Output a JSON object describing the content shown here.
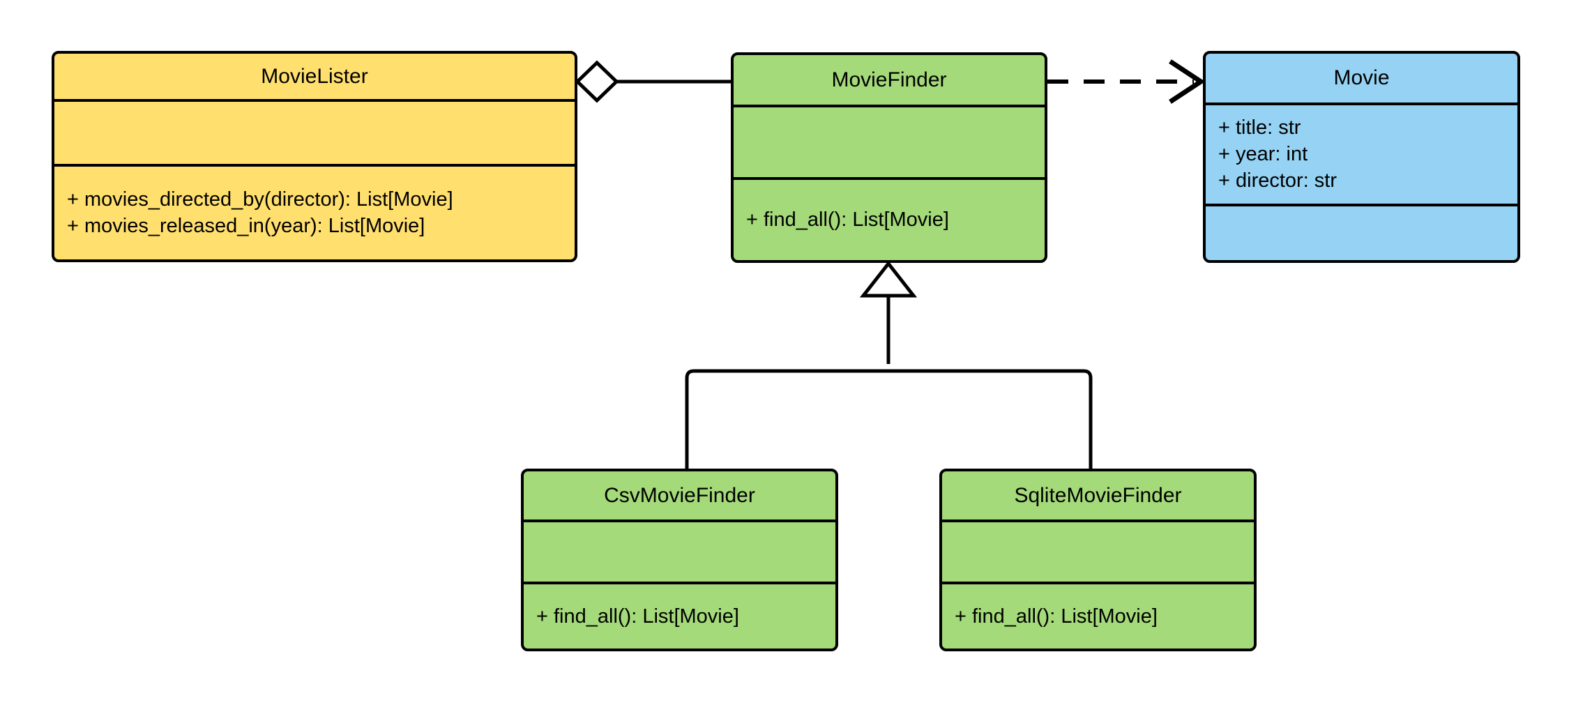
{
  "diagram": {
    "type": "uml-class-diagram",
    "background": "#ffffff",
    "stroke_color": "#000000"
  },
  "colors": {
    "lister_fill": "#FFDF6E",
    "finder_fill": "#A4DA79",
    "movie_fill": "#95D2F3",
    "stroke": "#000000",
    "white": "#ffffff"
  },
  "classes": {
    "movie_lister": {
      "name": "MovieLister",
      "fill": "#FFDF6E",
      "attributes": [],
      "methods": [
        "+ movies_directed_by(director): List[Movie]",
        "+ movies_released_in(year): List[Movie]"
      ]
    },
    "movie_finder": {
      "name": "MovieFinder",
      "fill": "#A4DA79",
      "attributes": [],
      "methods": [
        "+ find_all(): List[Movie]"
      ]
    },
    "movie": {
      "name": "Movie",
      "fill": "#95D2F3",
      "attributes": [
        "+ title: str",
        "+ year: int",
        "+ director: str"
      ],
      "methods": []
    },
    "csv_movie_finder": {
      "name": "CsvMovieFinder",
      "fill": "#A4DA79",
      "attributes": [],
      "methods": [
        "+ find_all(): List[Movie]"
      ]
    },
    "sqlite_movie_finder": {
      "name": "SqliteMovieFinder",
      "fill": "#A4DA79",
      "attributes": [],
      "methods": [
        "+ find_all(): List[Movie]"
      ]
    }
  },
  "relationships": [
    {
      "id": "lister-finder",
      "kind": "aggregation",
      "from": "MovieLister",
      "to": "MovieFinder",
      "line": "solid",
      "source_marker": "hollow-diamond",
      "target_marker": "none"
    },
    {
      "id": "finder-movie",
      "kind": "dependency",
      "from": "MovieFinder",
      "to": "Movie",
      "line": "dashed",
      "source_marker": "none",
      "target_marker": "open-arrow"
    },
    {
      "id": "csv-finder",
      "kind": "generalization",
      "from": "CsvMovieFinder",
      "to": "MovieFinder",
      "line": "solid",
      "source_marker": "none",
      "target_marker": "hollow-triangle"
    },
    {
      "id": "sqlite-finder",
      "kind": "generalization",
      "from": "SqliteMovieFinder",
      "to": "MovieFinder",
      "line": "solid",
      "source_marker": "none",
      "target_marker": "hollow-triangle"
    }
  ]
}
